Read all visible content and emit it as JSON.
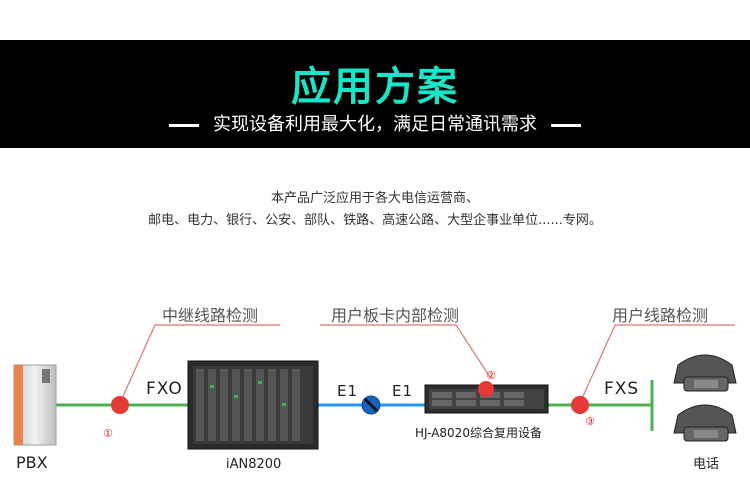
{
  "banner": {
    "title": "应用方案",
    "subtitle": "实现设备利用最大化，满足日常通讯需求"
  },
  "intro": {
    "line1": "本产品广泛应用于各大电信运营商、",
    "line2": "邮电、电力、银行、公安、部队、铁路、高速公路、大型企事业单位......专网。"
  },
  "diagram": {
    "callouts": {
      "trunk": "中继线路检测",
      "board": "用户板卡内部检测",
      "line": "用户线路检测"
    },
    "ports": {
      "fxo": "FXO",
      "e1_left": "E1",
      "e1_right": "E1",
      "fxs": "FXS"
    },
    "devices": {
      "pbx": "PBX",
      "ian": "iAN8200",
      "hj": "HJ-A8020综合复用设备",
      "phone": "电话"
    },
    "markers": {
      "m1": "①",
      "m2": "②",
      "m3": "③"
    }
  },
  "colors": {
    "accent": "#19e6c8",
    "line_green": "#4caf50",
    "line_blue": "#2196f3",
    "callout_red": "#e53935"
  }
}
